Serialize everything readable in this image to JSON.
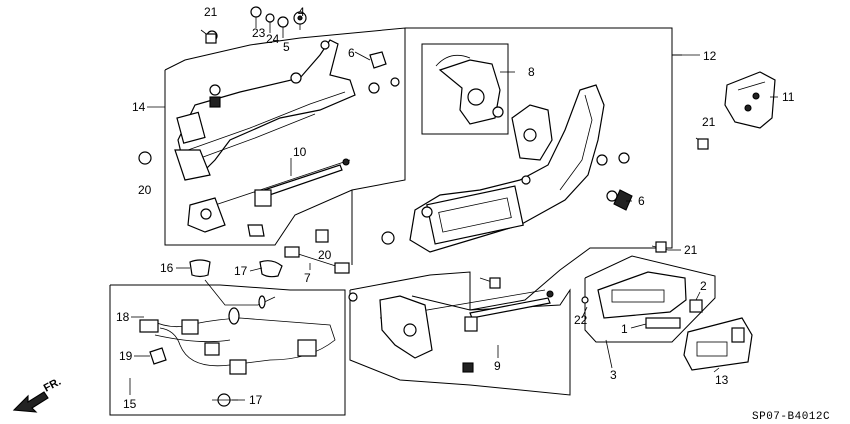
{
  "diagram": {
    "code": "SP07-B4012C",
    "direction_label": "FR.",
    "callouts": {
      "c1": "1",
      "c2": "2",
      "c3": "3",
      "c4": "4",
      "c5": "5",
      "c6a": "6",
      "c6b": "6",
      "c7": "7",
      "c8": "8",
      "c9": "9",
      "c10": "10",
      "c11": "11",
      "c12": "12",
      "c13": "13",
      "c14": "14",
      "c15": "15",
      "c16": "16",
      "c17a": "17",
      "c17b": "17",
      "c18": "18",
      "c19": "19",
      "c20a": "20",
      "c20b": "20",
      "c21a": "21",
      "c21b": "21",
      "c21c": "21",
      "c22": "22",
      "c23": "23",
      "c24": "24"
    }
  }
}
